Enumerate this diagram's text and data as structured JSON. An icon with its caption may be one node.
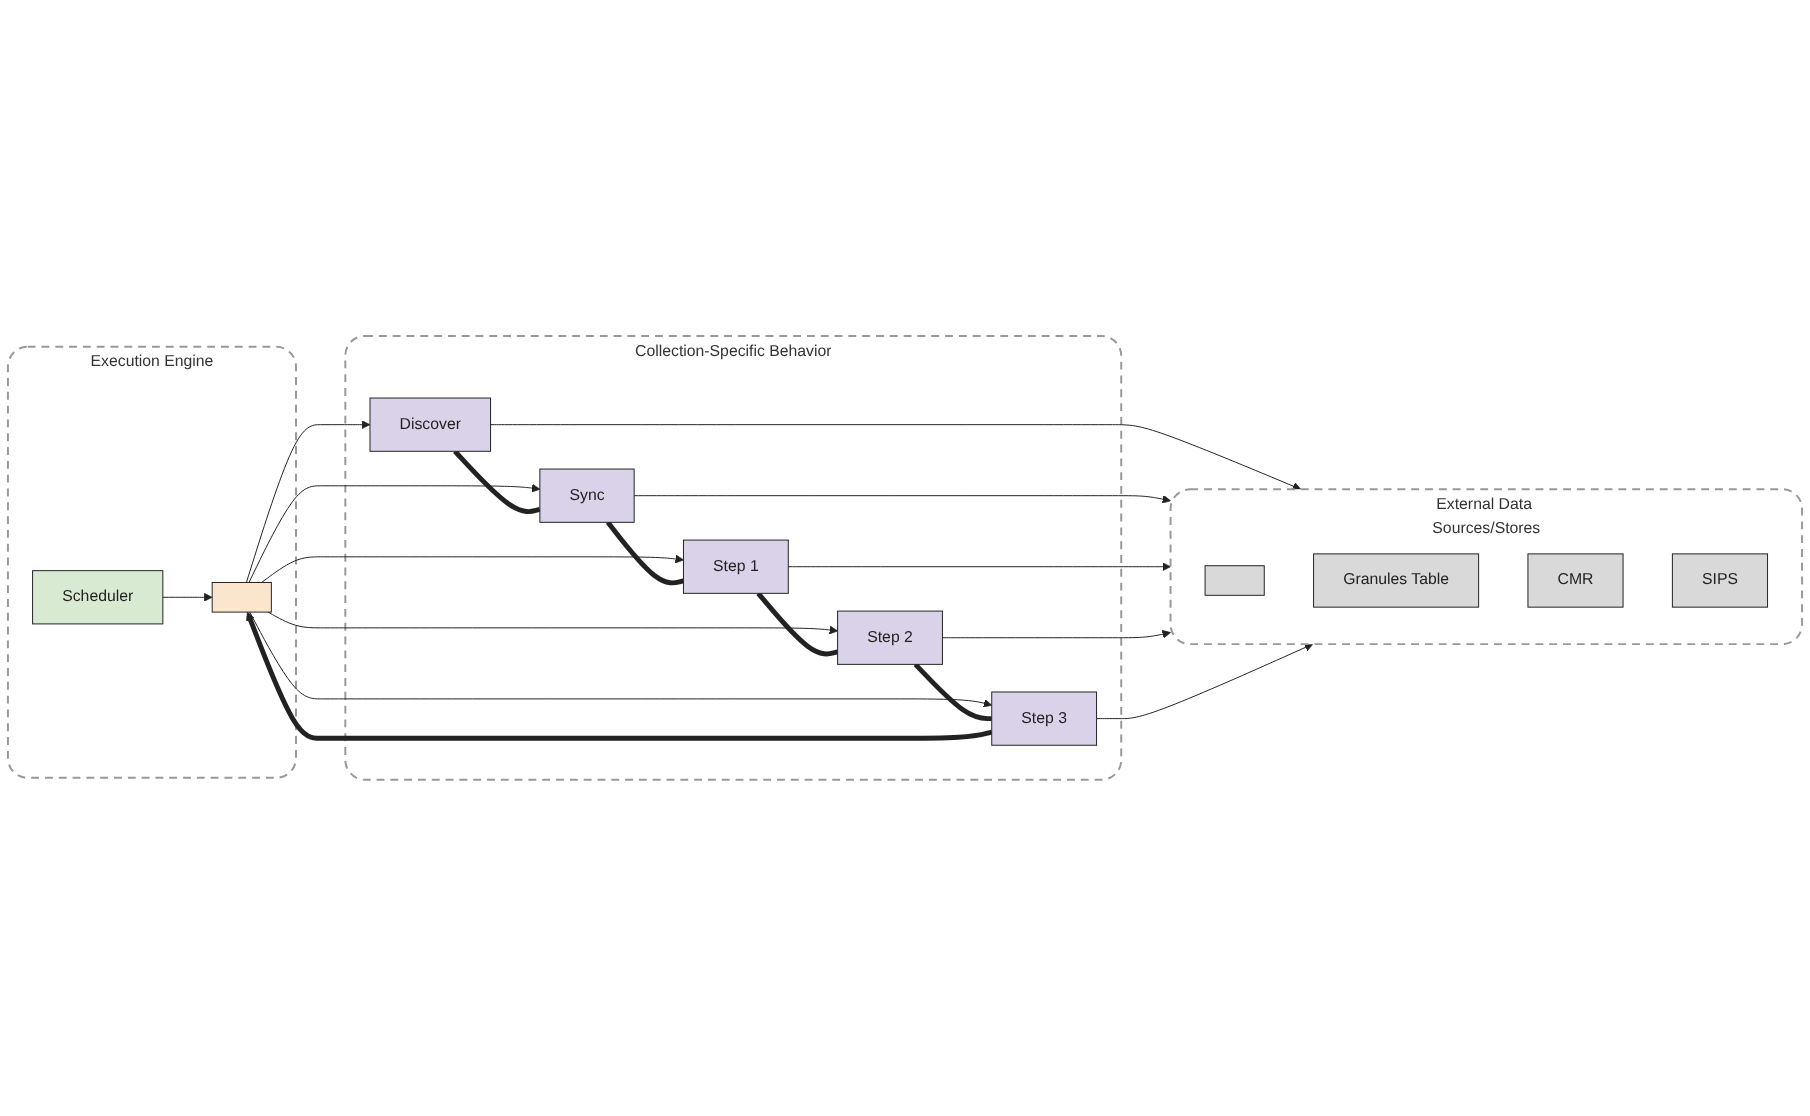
{
  "diagram": {
    "nodes": [
      {
        "text": [
          "Execution Engine"
        ]
      },
      {
        "text": [
          "Scheduler"
        ],
        "in": 0
      },
      {
        "text": [],
        "shape": "box",
        "in": 0
      },
      {
        "text": [
          "Collection-Specific Behavior"
        ]
      },
      {
        "text": [
          "Discover"
        ],
        "in": 3
      },
      {
        "text": [
          "Sync"
        ],
        "in": 3
      },
      {
        "text": [
          "Step 1"
        ],
        "in": 3
      },
      {
        "text": [
          "Step 2"
        ],
        "in": 3
      },
      {
        "text": [
          "Step 3"
        ],
        "in": 3
      },
      {
        "text": [
          "External Data Sources/Stores"
        ]
      },
      {
        "text": [],
        "shape": "box",
        "in": 9
      },
      {
        "text": [
          "Granules Table"
        ],
        "in": 9
      },
      {
        "text": [
          "CMR"
        ],
        "in": 9
      },
      {
        "text": [
          "SIPS"
        ],
        "in": 9
      }
    ],
    "edges": [
      {
        "from": 1,
        "to": 2,
        "arrow": "to"
      },
      {
        "from": 2,
        "to": 4,
        "arrow": "to"
      },
      {
        "from": 2,
        "to": 5,
        "arrow": "to"
      },
      {
        "from": 2,
        "to": 6,
        "arrow": "to"
      },
      {
        "from": 2,
        "to": 7,
        "arrow": "to"
      },
      {
        "from": 2,
        "to": 8,
        "arrow": "to"
      },
      {
        "from": 4,
        "to": 5,
        "arrow": "none",
        "style": "thick"
      },
      {
        "from": 5,
        "to": 6,
        "arrow": "none",
        "style": "thick"
      },
      {
        "from": 6,
        "to": 7,
        "arrow": "none",
        "style": "thick"
      },
      {
        "from": 7,
        "to": 8,
        "arrow": "none",
        "style": "thick"
      },
      {
        "from": 8,
        "to": 2,
        "arrow": "to",
        "style": "thick"
      },
      {
        "from": 4,
        "to": 9,
        "arrow": "to"
      },
      {
        "from": 5,
        "to": 9,
        "arrow": "to"
      },
      {
        "from": 6,
        "to": 9,
        "arrow": "to"
      },
      {
        "from": 7,
        "to": 9,
        "arrow": "to"
      },
      {
        "from": 8,
        "to": 9,
        "arrow": "to"
      }
    ]
  }
}
